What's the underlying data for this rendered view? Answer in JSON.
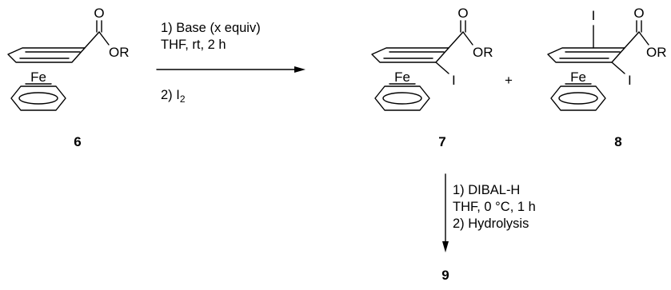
{
  "atoms": {
    "oxygen": "O",
    "ester_group": "OR",
    "iron": "Fe",
    "iodine": "I"
  },
  "compounds": {
    "start": "6",
    "mono_iodo": "7",
    "di_iodo": "8",
    "product": "9"
  },
  "plus_sign": "+",
  "reaction_1": {
    "step_1_line_1": "1) Base (x equiv)",
    "step_1_line_2": "THF, rt, 2 h",
    "step_2_prefix": "2) I",
    "step_2_subscript": "2"
  },
  "reaction_2": {
    "line_1": "1) DIBAL-H",
    "line_2": "THF, 0 °C, 1 h",
    "line_3": "2) Hydrolysis"
  }
}
